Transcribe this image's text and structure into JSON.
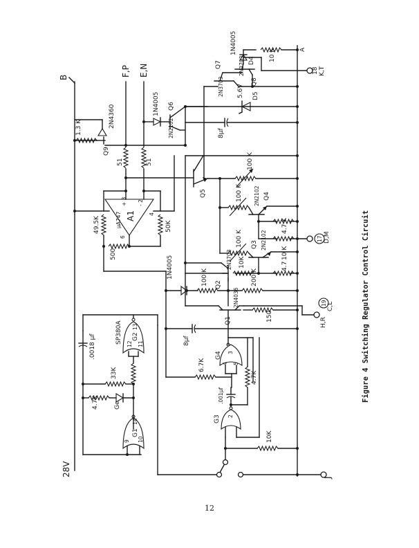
{
  "page": {
    "number": "12",
    "caption": "Figure 4  Switching Regulator Control Circuit"
  },
  "terminals": {
    "supply": "28V",
    "B": "B",
    "FP": "F,P",
    "EN": "E,N",
    "A": "A",
    "pin18": "18",
    "KT": "K,T",
    "pin17": "17",
    "DM": "D,M",
    "pin19": "19",
    "HR": "H,R",
    "CL": "C,L",
    "J": "J"
  },
  "components": {
    "q9": {
      "ref": "Q9",
      "part": "2N4360"
    },
    "r_q9": {
      "value": "1.3 K"
    },
    "r_fp": {
      "value": "51"
    },
    "r_en": {
      "value": "51"
    },
    "d_q6": {
      "part": "1N4005"
    },
    "q6": {
      "ref": "Q6",
      "part": "2N2102"
    },
    "q7": {
      "ref": "Q7",
      "part": "2N3703"
    },
    "q8": {
      "ref": "Q8",
      "part": "2N3703"
    },
    "d4": {
      "ref": "D4",
      "part": "1N4005"
    },
    "r_a": {
      "value": "10 K"
    },
    "d5": {
      "ref": "D5",
      "part": "5.6V"
    },
    "c_8uf_top": {
      "value": "8µf"
    },
    "a1": {
      "ref": "A1",
      "part": "µA747",
      "pin_plus": "+ 3",
      "pin_minus": "- 2",
      "pin4": "4",
      "pin6": "6"
    },
    "r_495k": {
      "value": "49.5K"
    },
    "r_500": {
      "value": "500"
    },
    "r_50k": {
      "value": "50K"
    },
    "q5": {
      "ref": "Q5"
    },
    "rv_q5": {
      "value": "100 K"
    },
    "q4": {
      "ref": "Q4",
      "part": "2N2102"
    },
    "rv_q4": {
      "value": "100 K"
    },
    "r_47k_q4": {
      "value": "4.7 K"
    },
    "q3": {
      "ref": "Q3",
      "part": "2N2102"
    },
    "rv_q3": {
      "value": "100 K"
    },
    "r_10k_q3": {
      "value": "10 K"
    },
    "r_10k_q2": {
      "value": "10K"
    },
    "r_47_q2": {
      "value": "4.7"
    },
    "q2": {
      "ref": "Q2",
      "part": "2N3703"
    },
    "d_q2": {
      "part": "1N4005"
    },
    "r_100k_q2": {
      "value": "100 K"
    },
    "r_200k": {
      "value": "200 K"
    },
    "q1": {
      "ref": "Q1",
      "part": "2N4036"
    },
    "r_150": {
      "value": "150"
    },
    "c_8uf_mid": {
      "value": "8µf"
    },
    "r_67k": {
      "value": "6.7K"
    },
    "g4": {
      "ref": "G4",
      "pin3": "3",
      "pin4": "4",
      "pin5": "5"
    },
    "r_47k_g4": {
      "value": "4.7K"
    },
    "c_001": {
      "value": ".001µf"
    },
    "g3": {
      "ref": "G3",
      "pin2": "2"
    },
    "r_10k_g3": {
      "value": "10K"
    },
    "g2": {
      "ref": "G2",
      "part": "SP380A",
      "pin13": "13",
      "pin12": "12",
      "pin11": "11"
    },
    "c_0018": {
      "value": ".0018 µf"
    },
    "r_33k": {
      "value": "33K"
    },
    "r_47k_g1": {
      "value": "4.7K"
    },
    "d_ge": {
      "ref": "Ge"
    },
    "g1": {
      "ref": "G1",
      "pin14": "14",
      "pin9": "9",
      "pin10": "10"
    }
  }
}
